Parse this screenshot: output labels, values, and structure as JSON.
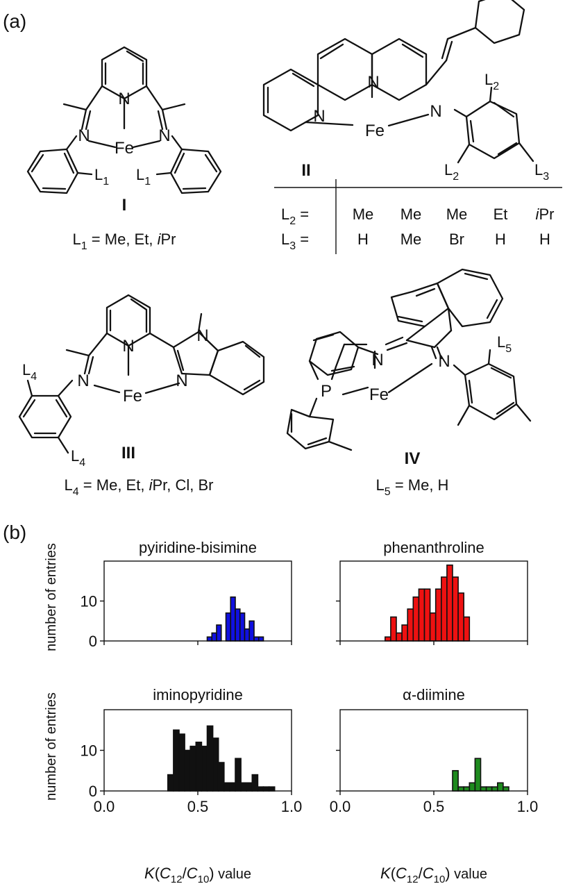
{
  "panel_a": {
    "label": "(a)",
    "atoms": {
      "fe": "Fe",
      "n": "N",
      "p": "P"
    },
    "complex_I": {
      "numeral": "I",
      "sub_label": "L",
      "sub_index": "1",
      "sub_caption": "L",
      "sub_caption_index": "1",
      "sub_caption_values": " = Me, Et, ",
      "sub_caption_ipr_i": "i",
      "sub_caption_ipr_rest": "Pr"
    },
    "complex_II": {
      "numeral": "II",
      "sub_L2": "L",
      "sub_L2_index": "2",
      "sub_L3": "L",
      "sub_L3_index": "3",
      "table_row1_label": "L",
      "table_row1_index": "2",
      "table_row1_eq": " =",
      "table_row2_label": "L",
      "table_row2_index": "3",
      "table_row2_eq": " =",
      "row1": [
        "Me",
        "Me",
        "Me",
        "Et",
        "Pr"
      ],
      "row1_last_i": "i",
      "row2": [
        "H",
        "Me",
        "Br",
        "H",
        "H"
      ]
    },
    "complex_III": {
      "numeral": "III",
      "sub_label": "L",
      "sub_index": "4",
      "sub_caption": "L",
      "sub_caption_index": "4",
      "sub_caption_values_1": " = Me, Et, ",
      "sub_caption_ipr_i": "i",
      "sub_caption_values_2": "Pr, Cl, Br"
    },
    "complex_IV": {
      "numeral": "IV",
      "sub_label": "L",
      "sub_index": "5",
      "sub_caption": "L",
      "sub_caption_index": "5",
      "sub_caption_values": " = Me, H"
    }
  },
  "panel_b": {
    "label": "(b)",
    "ylabel": "number of entries",
    "xlabel_italic_K": "K",
    "xlabel_open": "(",
    "xlabel_C1": "C",
    "xlabel_C1_index": "12",
    "xlabel_slash": "/",
    "xlabel_C2": "C",
    "xlabel_C2_index": "10",
    "xlabel_close": ")",
    "xlabel_tail": " value",
    "xticks": [
      "0.0",
      "0.5",
      "1.0"
    ],
    "yticks": [
      "0",
      "10"
    ]
  },
  "chart_data": [
    {
      "type": "bar",
      "title": "pyiridine-bisimine",
      "color": "#1010e0",
      "bin_width": 0.025,
      "bin_starts": [
        0.55,
        0.575,
        0.6,
        0.625,
        0.65,
        0.675,
        0.7,
        0.725,
        0.75,
        0.775,
        0.8,
        0.825,
        0.85
      ],
      "values": [
        1,
        2,
        4,
        0,
        7,
        11,
        8,
        7,
        3,
        5,
        1,
        1,
        0
      ],
      "xlim": [
        0.0,
        1.0
      ],
      "ylim": [
        0,
        20
      ]
    },
    {
      "type": "bar",
      "title": "phenanthroline",
      "color": "#ee1111",
      "bin_width": 0.03,
      "bin_starts": [
        0.24,
        0.27,
        0.3,
        0.33,
        0.36,
        0.39,
        0.42,
        0.45,
        0.48,
        0.51,
        0.54,
        0.57,
        0.6,
        0.63,
        0.66,
        0.69
      ],
      "values": [
        1,
        6,
        2,
        4,
        8,
        11,
        13,
        13,
        7,
        13,
        16,
        19,
        16,
        12,
        6,
        0
      ],
      "xlim": [
        0.0,
        1.0
      ],
      "ylim": [
        0,
        20
      ]
    },
    {
      "type": "bar",
      "title": "iminopyridine",
      "color": "#111111",
      "bin_width": 0.03,
      "bin_starts": [
        0.34,
        0.37,
        0.4,
        0.43,
        0.46,
        0.49,
        0.52,
        0.55,
        0.58,
        0.61,
        0.64,
        0.67,
        0.7,
        0.73,
        0.76,
        0.79,
        0.82,
        0.85,
        0.88
      ],
      "values": [
        4,
        15,
        14,
        10,
        11,
        12,
        11,
        16,
        13,
        7,
        2,
        2,
        8,
        2,
        2,
        4,
        1,
        1,
        1
      ],
      "xlim": [
        0.0,
        1.0
      ],
      "ylim": [
        0,
        20
      ]
    },
    {
      "type": "bar",
      "title": "α-diimine",
      "color": "#1e8a1e",
      "bin_width": 0.03,
      "bin_starts": [
        0.6,
        0.63,
        0.66,
        0.69,
        0.72,
        0.75,
        0.78,
        0.81,
        0.84,
        0.87
      ],
      "values": [
        5,
        1,
        1,
        2,
        8,
        1,
        1,
        1,
        2,
        1
      ],
      "xlim": [
        0.0,
        1.0
      ],
      "ylim": [
        0,
        20
      ]
    }
  ]
}
